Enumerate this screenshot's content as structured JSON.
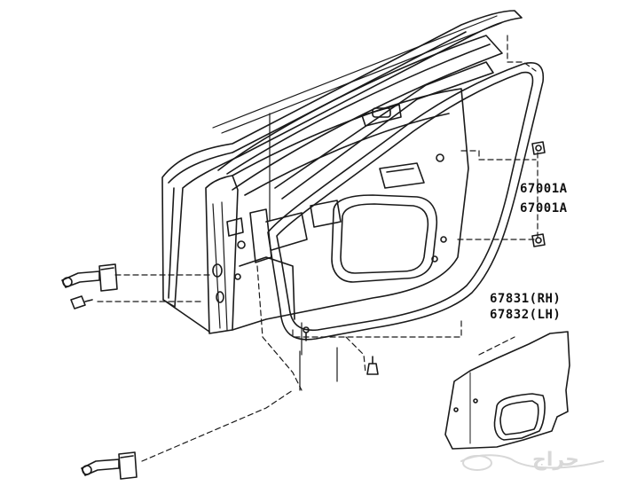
{
  "diagram": {
    "part_labels": {
      "clip_upper": "67001A",
      "clip_lower": "67001A",
      "trim_board_rh": "67831(RH)",
      "trim_board_lh": "67832(LH)"
    },
    "watermark": "حراج"
  },
  "colors": {
    "line": "#1a1a1a",
    "background": "#ffffff",
    "watermark": "#d8d8d8"
  }
}
